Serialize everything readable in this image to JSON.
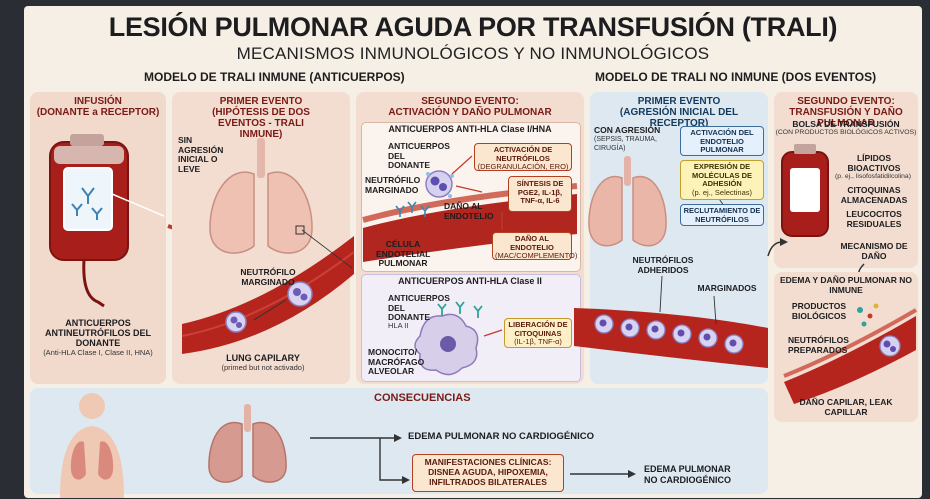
{
  "title": "LESIÓN PULMONAR AGUDA POR TRANSFUSIÓN (TRALI)",
  "subtitle": "MECANISMOS INMUNOLÓGICOS Y NO INMUNOLÓGICOS",
  "immune_model": {
    "heading": "MODELO DE TRALI INMUNE (ANTICUERPOS)",
    "infusion": {
      "title": "INFUSIÓN",
      "subtitle": "(DONANTE a RECEPTOR)",
      "antibodies": "ANTICUERPOS ANTINEUTRÓFILOS DEL DONANTE",
      "antibodies_detail": "(Anti-HLA Clase I, Clase II, HNA)"
    },
    "first_event": {
      "title": "PRIMER EVENTO",
      "subtitle": "(HIPÓTESIS DE DOS EVENTOS - TRALI INMUNE)",
      "no_aggression": "SIN AGRESIÓN INICIAL O LEVE",
      "marginated": "NEUTRÓFILO MARGINADO",
      "capillary": "LUNG CAPILARY",
      "capillary_note": "(primed but not activado)"
    },
    "second_event": {
      "title": "SEGUNDO EVENTO:",
      "subtitle": "ACTIVACIÓN Y DAÑO PULMONAR",
      "class1": {
        "title": "ANTICUERPOS ANTI-HLA Clase I/HNA",
        "donor_antibodies": "ANTICUERPOS DEL DONANTE",
        "marginated": "NEUTRÓFILO MARGINADO",
        "endothelial": "CÉLULA ENDOTELIAL PULMONAR",
        "endothelium_damage": "DAÑO AL ENDOTELIO",
        "activation": "ACTIVACIÓN DE NEUTRÓFILOS",
        "activation_detail": "(DEGRANULACIÓN, ERO)",
        "synthesis": "SÍNTESIS DE PGE2, IL-1β, TNF-α, IL-6",
        "damage_box": "DAÑO AL ENDOTELIO",
        "damage_detail": "(MAC/COMPLEMENTO)"
      },
      "class2": {
        "title": "ANTICUERPOS ANTI-HLA Clase II",
        "donor_antibodies": "ANTICUERPOS DEL DONANTE",
        "hla": "HLA II",
        "monocyte": "MONOCITO/ MACRÓFAGO ALVEOLAR",
        "release": "LIBERACIÓN DE CITOQUINAS",
        "release_detail": "(IL-1β, TNF-α)"
      }
    }
  },
  "nonimmune_model": {
    "heading": "MODELO DE TRALI NO INMUNE (DOS EVENTOS)",
    "first_event": {
      "title": "PRIMER EVENTO",
      "subtitle": "(AGRESIÓN INICIAL DEL RECEPTOR)",
      "aggression": "CON AGRESIÓN",
      "aggression_detail": "(SEPSIS, TRAUMA, CIRUGÍA)",
      "box1": "ACTIVACIÓN DEL ENDOTELIO PULMONAR",
      "box2": "EXPRESIÓN DE MOLÉCULAS DE ADHESIÓN",
      "box2_detail": "(p. ej., Selectinas)",
      "box3": "RECLUTAMIENTO DE NEUTRÓFILOS",
      "adhered": "NEUTRÓFILOS ADHERIDOS",
      "marginated": "MARGINADOS"
    },
    "second_event": {
      "title": "SEGUNDO EVENTO:",
      "subtitle": "TRANSFUSIÓN Y DAÑO PULMONAR",
      "bag": "BOLSA DE TRANSFUSIÓN",
      "bag_detail": "(CON PRODUCTOS BIOLÓGICOS ACTIVOS)",
      "lipids": "LÍPIDOS BIOACTIVOS",
      "lipids_detail": "(p. ej., lisofosfatidilcolina)",
      "cytokines": "CITOQUINAS ALMACENADAS",
      "leukocytes": "LEUCOCITOS RESIDUALES",
      "mechanism": "MECANISMO DE DAÑO",
      "edema": "EDEMA Y DAÑO PULMONAR NO INMUNE",
      "products": "PRODUCTOS BIOLÓGICOS",
      "prepared": "NEUTRÓFILOS PREPARADOS",
      "leak": "DAÑO CAPILAR, LEAK CAPILLAR"
    }
  },
  "consequences": {
    "title": "CONSECUENCIAS",
    "edema": "EDEMA PULMONAR NO CARDIOGÉNICO",
    "clinical_title": "MANIFESTACIONES CLÍNICAS:",
    "clinical_1": "DISNEA AGUDA, HIPOXEMIA,",
    "clinical_2": "INFILTRADOS BILATERALES",
    "edema2_1": "EDEMA PULMONAR",
    "edema2_2": "NO CARDIOGÉNICO"
  }
}
